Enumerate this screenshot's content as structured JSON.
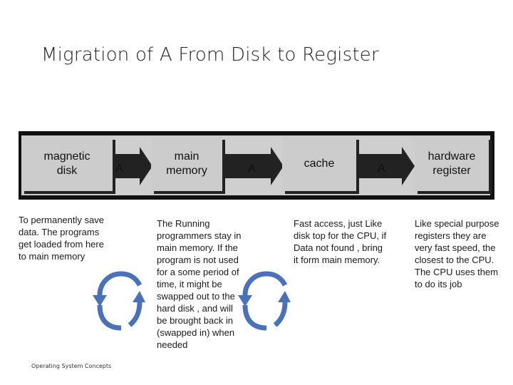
{
  "slide": {
    "title": "Migration of A From Disk to Register",
    "footer": "Operating System Concepts"
  },
  "diagram": {
    "boxes": [
      {
        "label_line1": "magnetic",
        "label_line2": "disk"
      },
      {
        "label_line1": "main",
        "label_line2": "memory"
      },
      {
        "label_line1": "cache",
        "label_line2": ""
      },
      {
        "label_line1": "hardware",
        "label_line2": "register"
      }
    ],
    "arrow_labels": [
      "A",
      "A",
      "A"
    ],
    "colors": {
      "box": "#cccccc",
      "arrow": "#222222",
      "strip": "#111111",
      "cycle_arrow": "#4a72b8"
    }
  },
  "descriptions": [
    "To permanently save data. The programs get loaded from here to main memory",
    "The Running programmers stay in main memory. If the program is not used for a some period of time, it might be swapped out to the hard disk , and will be brought back in (swapped in) when needed",
    "Fast access, just Like disk top for the CPU, if Data not found , bring it form main memory.",
    "Like special purpose registers they are very fast speed, the closest to the CPU. The CPU uses them to do its job"
  ],
  "icons": {
    "cycle": "circular-arrows-icon"
  }
}
